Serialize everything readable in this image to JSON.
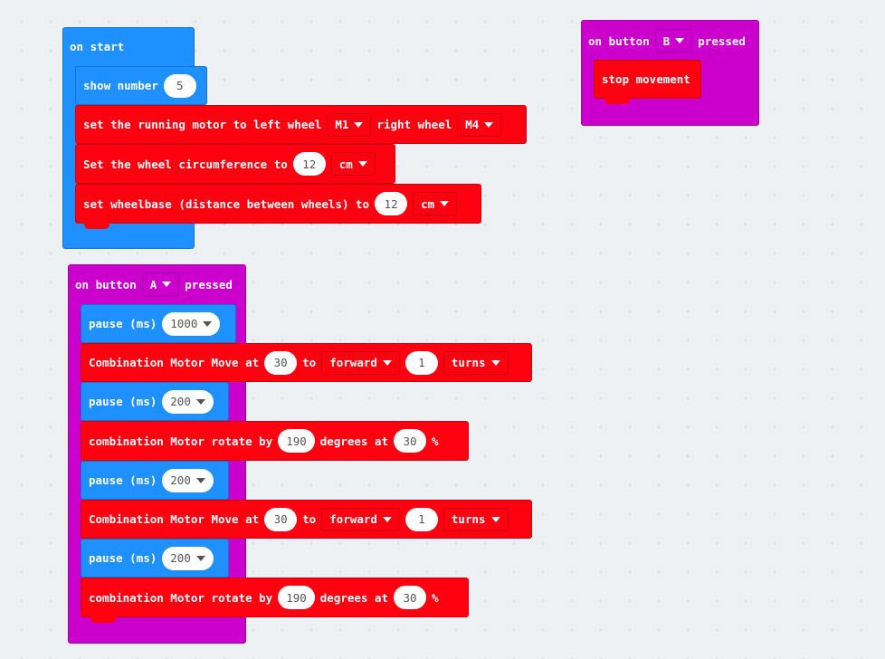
{
  "on_start": {
    "label": "on start",
    "show_number": {
      "label": "show number",
      "value": "5"
    },
    "running_motor": {
      "label1": "set the running motor to left wheel",
      "left": "M1",
      "label2": "right wheel",
      "right": "M4"
    },
    "circumference": {
      "label": "Set the wheel circumference to",
      "value": "12",
      "unit": "cm"
    },
    "wheelbase": {
      "label": "set wheelbase (distance between wheels) to",
      "value": "12",
      "unit": "cm"
    }
  },
  "button_b": {
    "label1": "on button",
    "button": "B",
    "label2": "pressed",
    "stop": "stop movement"
  },
  "button_a": {
    "label1": "on button",
    "button": "A",
    "label2": "pressed",
    "pause_label": "pause (ms)",
    "pause1": "1000",
    "pause2": "200",
    "pause3": "200",
    "pause4": "200",
    "move_label": "Combination Motor Move at",
    "to": "to",
    "direction": "forward",
    "turns": "turns",
    "move1_speed": "30",
    "move1_count": "1",
    "move2_speed": "30",
    "move2_count": "1",
    "rotate_label": "combination Motor rotate by",
    "degrees_at": "degrees at",
    "percent": "%",
    "rotate1_deg": "190",
    "rotate1_speed": "30",
    "rotate2_deg": "190",
    "rotate2_speed": "30"
  },
  "colors": {
    "basic": "#1e90ff",
    "motor": "#ff0011",
    "input": "#cc00cc",
    "canvas": "#eef1f4"
  }
}
